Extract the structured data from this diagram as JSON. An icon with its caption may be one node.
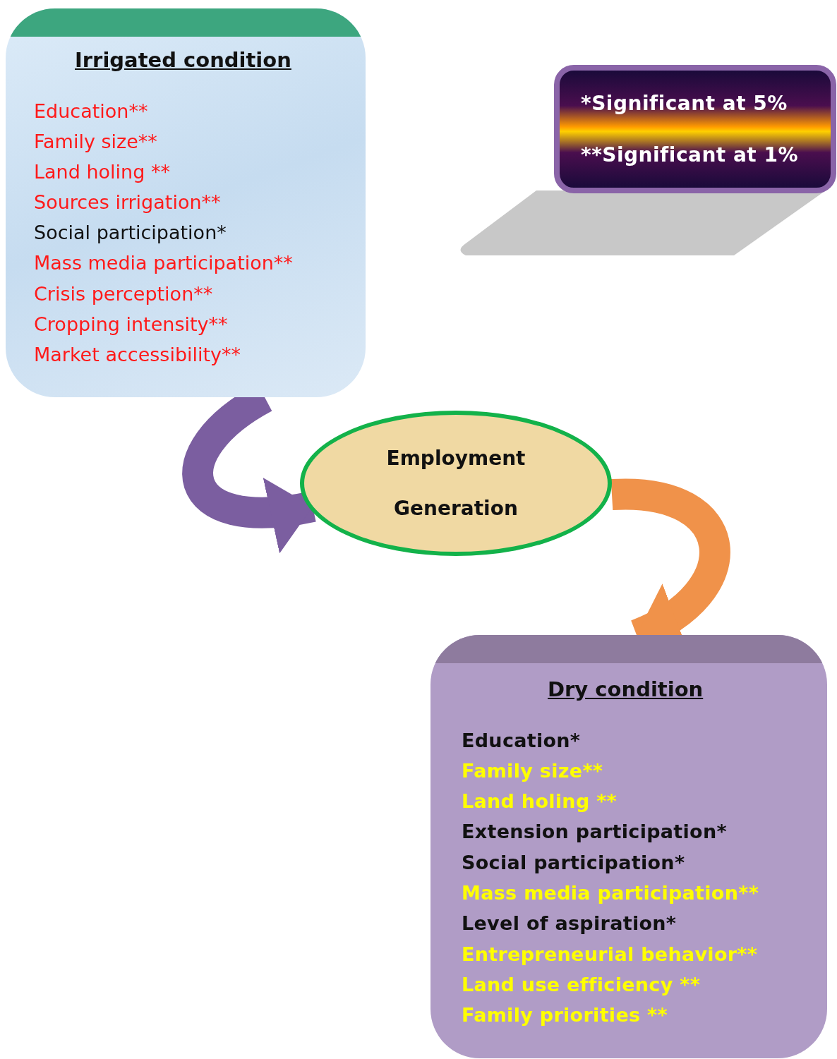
{
  "diagram": {
    "nodes": [
      {
        "text": [
          "Irrigated condition",
          "Education**",
          "Family size**",
          "Land holing **",
          "Sources irrigation**",
          "Social participation*",
          "Mass media participation**",
          "Crisis perception**",
          "Cropping intensity**",
          "Market accessibility**"
        ]
      },
      {
        "text": [
          "*Significant at 5%",
          "**Significant at 1%"
        ]
      },
      {
        "text": [
          "Employment Generation"
        ]
      },
      {
        "text": [
          "Dry condition",
          "Education*",
          "Family size**",
          "Land holing **",
          "Extension participation*",
          "Social participation*",
          "Mass media participation**",
          "Level of aspiration*",
          "Entrepreneurial behavior**",
          "Land use efficiency **",
          "Family priorities **"
        ]
      }
    ],
    "edges": [
      {
        "from": 0,
        "to": 2,
        "arrow": "to",
        "color": "#7b5ea0"
      },
      {
        "from": 2,
        "to": 3,
        "arrow": "to",
        "color": "#f0924a"
      }
    ]
  }
}
